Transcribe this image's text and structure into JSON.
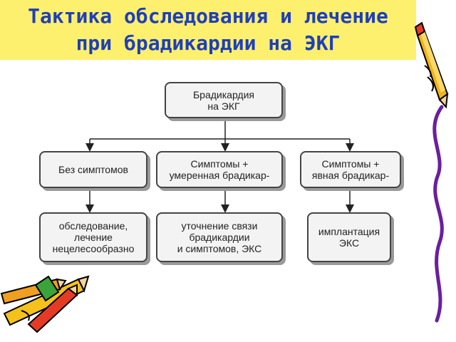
{
  "title": {
    "line1": "Тактика обследования и лечение",
    "line2": "при брадикардии на ЭКГ"
  },
  "colors": {
    "title_background": "#fdf06e",
    "title_text": "#1f3fb8",
    "box_fill": "#f3f3f3",
    "box_border": "#444444",
    "box_shadow": "#9a9a9a",
    "connector": "#222222"
  },
  "diagram": {
    "root": {
      "line1": "Брадикардия",
      "line2": "на ЭКГ"
    },
    "branches": [
      {
        "condition": {
          "line1": "Без симптомов"
        },
        "action": {
          "line1": "обследование,",
          "line2": "лечение",
          "line3": "нецелесообразно"
        }
      },
      {
        "condition": {
          "line1": "Симптомы +",
          "line2": "умеренная брадикар-"
        },
        "action": {
          "line1": "уточнение связи",
          "line2": "брадикардии",
          "line3": "и симптомов, ЭКС"
        }
      },
      {
        "condition": {
          "line1": "Симптомы +",
          "line2": "явная брадикар-"
        },
        "action": {
          "line1": "имплантация",
          "line2": "ЭКС"
        }
      }
    ]
  },
  "decorations": [
    "pencil-icon",
    "crayon-icon",
    "squiggle-line"
  ]
}
